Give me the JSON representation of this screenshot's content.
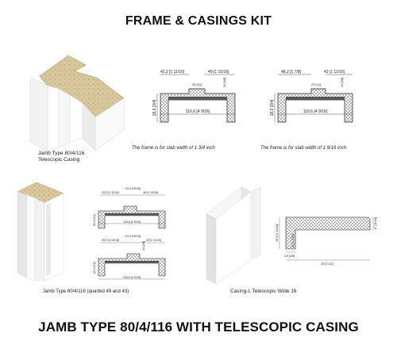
{
  "header": {
    "title": "FRAME & CASINGS KIT"
  },
  "footer": {
    "title": "JAMB TYPE 80/4/116 WITH TELESCOPIC CASING"
  },
  "product1": {
    "caption_line1": "Jamb Type 80/4/116",
    "caption_line2": "Telescopic Casing"
  },
  "drawing_left": {
    "dim_top_left": "42,2 [1 11/16]",
    "dim_top_right": "49 [1 15/16]",
    "dim_inner": "25,4 [1]",
    "dim_small": "10 [3/8]",
    "dim_height": "18,3 [3/4]",
    "dim_width": "116,6 [4 9/16]",
    "note": "The frame is for slab width of 1 3/4 inch"
  },
  "drawing_right": {
    "dim_top_left": "48,2 [1 7/8]",
    "dim_top_right": "43 [1 11/16]",
    "dim_inner": "25,4 [1]",
    "dim_small": "10 [3/8]",
    "dim_height": "18,3 [3/4]",
    "dim_width": "116,6 [4 9/16]",
    "note": "The frame is for slab width of 1 9/16 inch"
  },
  "product2": {
    "caption": "Jamb Type 80/4/116 (quarted 49 and 43)",
    "upper": {
      "dim_a": "43,2 [1 11/16]",
      "dim_b": "24,4 [15/16]",
      "dim_c": "46 [1 15/16]",
      "dim_h": "18,3 [3/4]",
      "dim_w": "116,6 [4 9/16]"
    },
    "lower": {
      "dim_a": "49,2 [1 15/16]",
      "dim_b": "24,4 [15/16]",
      "dim_c": "43 [1 11/16]",
      "dim_small": "10 [3/8]",
      "dim_h": "18,3 [3/4]",
      "dim_w": "116,6 [4 9/16]"
    }
  },
  "product3": {
    "caption": "Casing-L Telescopic Wide 16",
    "dim_left": "46,5 [1 13/16]",
    "dim_right": "17 [11/16]",
    "dim_inner": "30 [1 3/16]",
    "dim_small": "3,5 [1/8]",
    "dim_width": "89 [3 1/2]"
  }
}
